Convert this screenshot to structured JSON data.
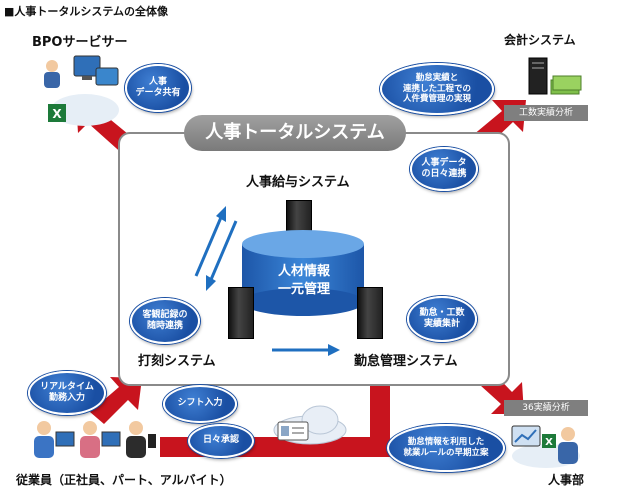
{
  "heading": "■人事トータルシステムの全体像",
  "bpo_label": "BPOサービサー",
  "accounting_label": "会計システム",
  "main_title": "人事トータルシステム",
  "payroll_label": "人事給与システム",
  "timeclock_label": "打刻システム",
  "attendance_label": "勤怠管理システム",
  "hr_db_label": "人材情報\n一元管理",
  "employees_label": "従業員（正社員、パート、アルバイト）",
  "hr_dept_label": "人事部",
  "tags": {
    "work_analysis": "工数実績分析",
    "overtime_analysis": "36実績分析"
  },
  "bubbles": {
    "hr_data_share": "人事\nデータ共有",
    "labor_cost": "勤怠実績と\n連携した工程での\n人件費管理の実現",
    "hr_daily_link": "人事データ\nの日々連携",
    "customer_link": "客観記録の\n随時連携",
    "attendance_total": "勤怠・工数\n実績集計",
    "realtime_input": "リアルタイム\n勤務入力",
    "shift_input": "シフト入力",
    "daily_approval": "日々承認",
    "early_detection": "勤怠情報を利用した\n就業ルールの早期立案"
  },
  "colors": {
    "arrow_red": "#c8141e",
    "bubble_blue": "#1a4fa3",
    "db_blue": "#2a66c0",
    "sync_arrow_blue": "#1f6fc0",
    "tag_gray": "#7f7f7f",
    "frame_gray": "#8a8a8a"
  },
  "icons": [
    "pc-group-icon",
    "excel-icon",
    "cloud-icon",
    "server-icon",
    "cash-icon",
    "employee-icon",
    "id-card-icon",
    "database-icon"
  ]
}
